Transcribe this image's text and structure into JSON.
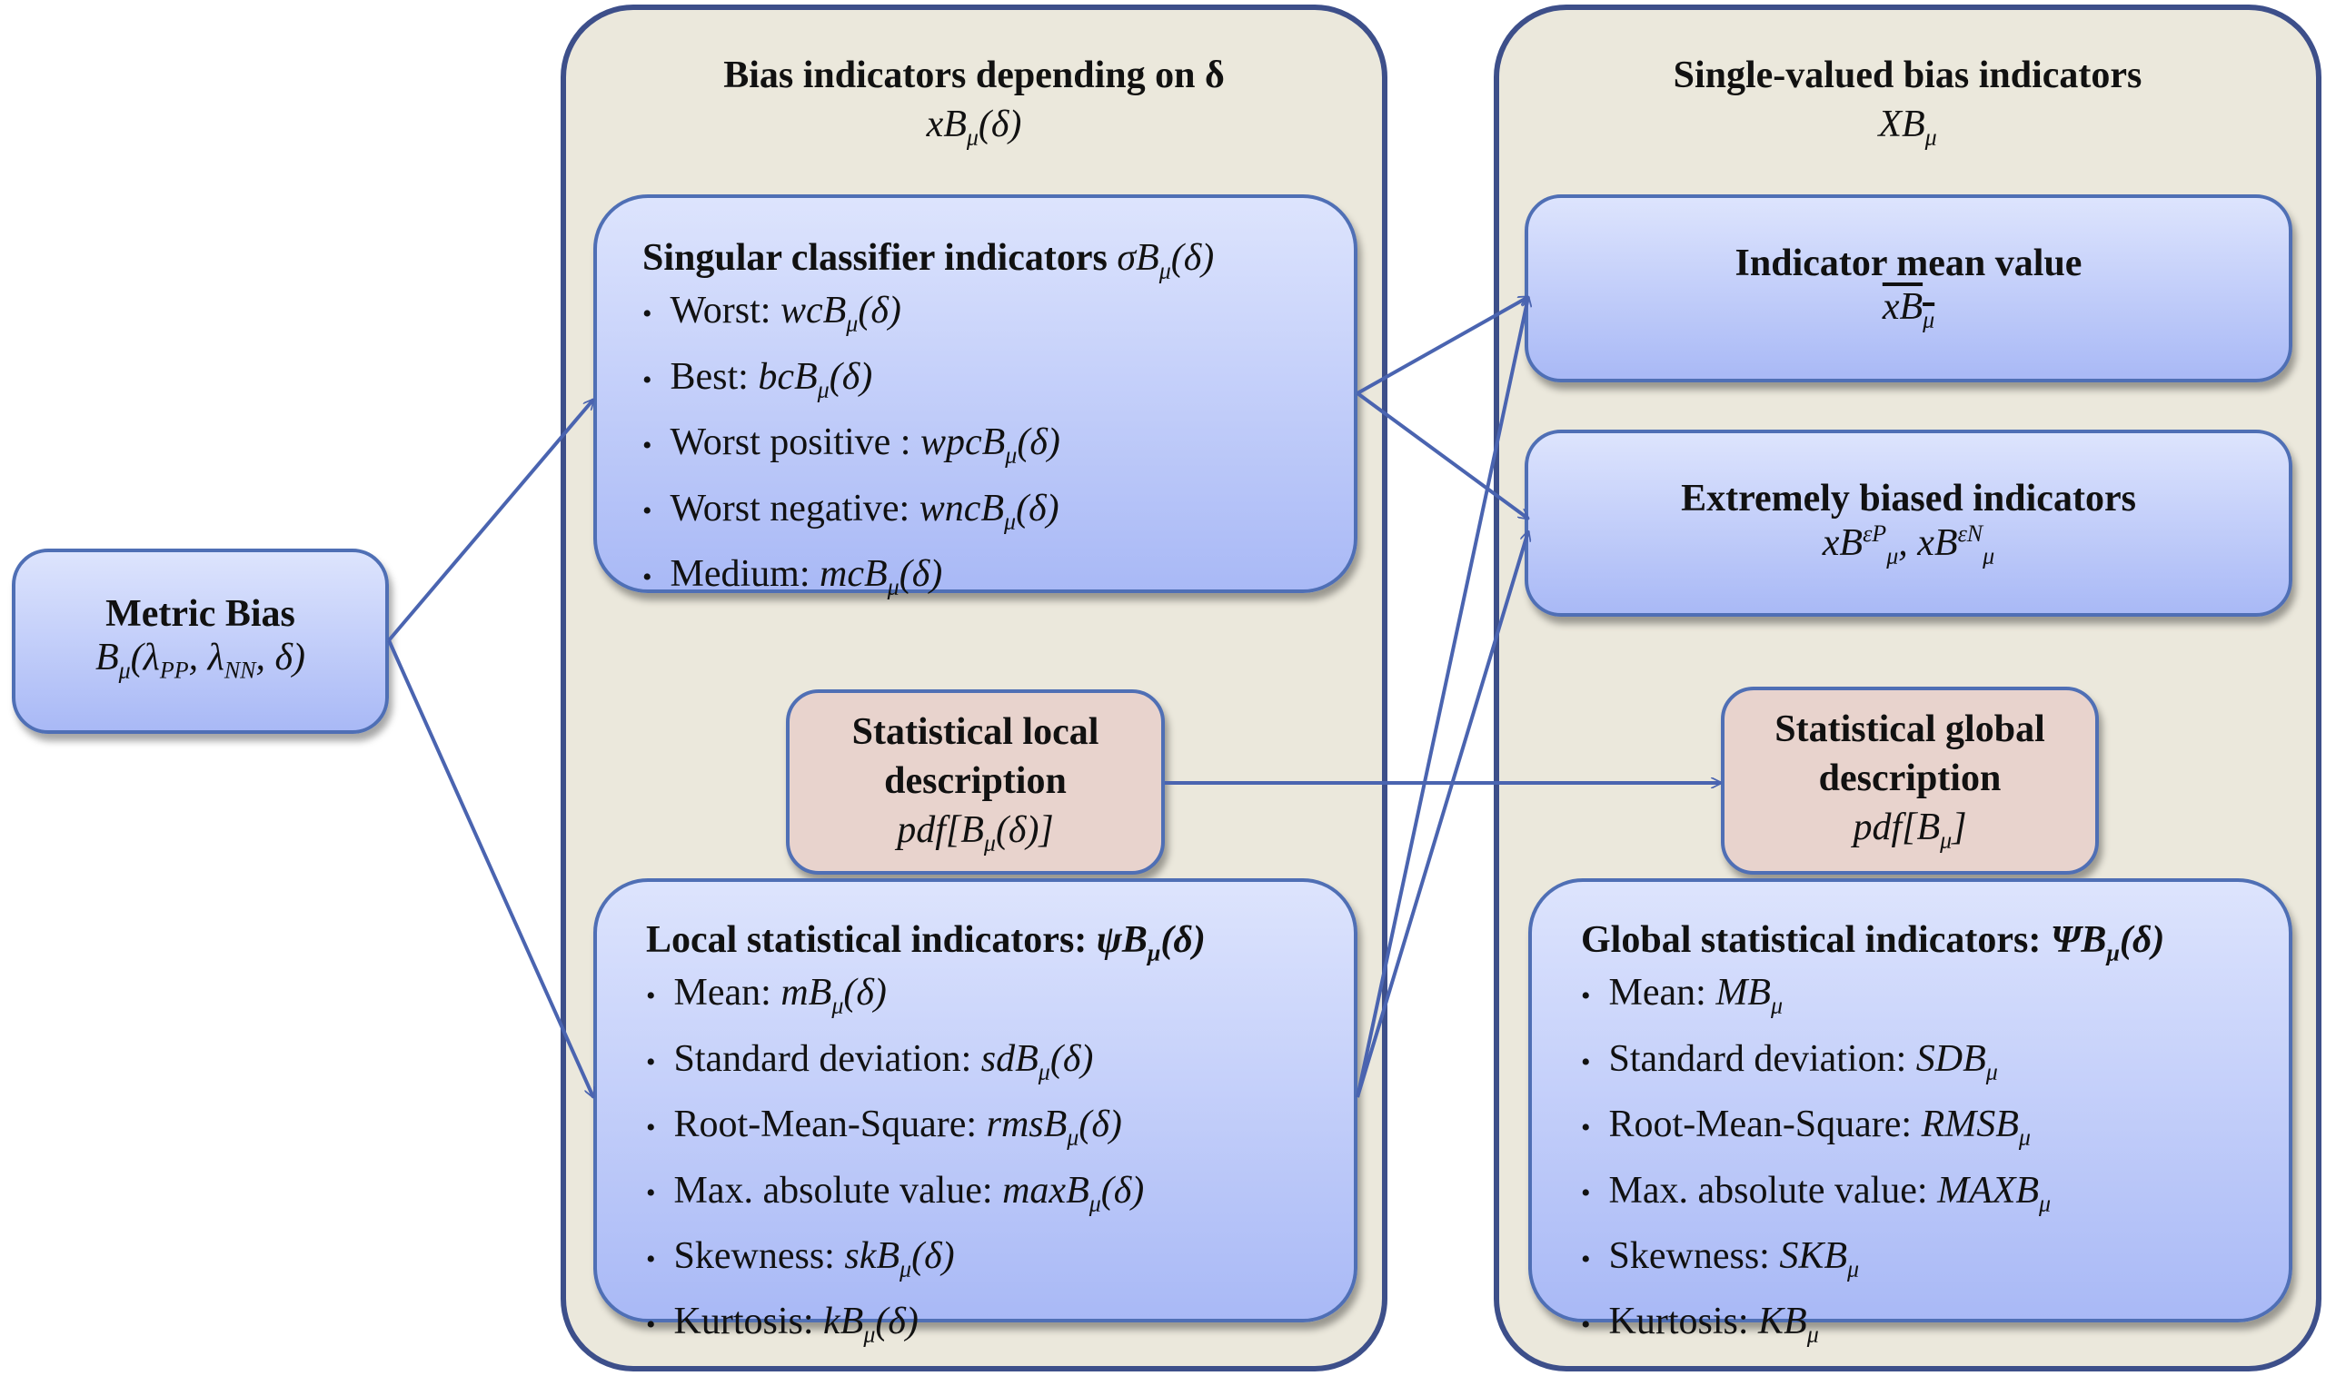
{
  "metric": {
    "title": "Metric Bias",
    "f": "B",
    "sub": "μ",
    "args": "(λ",
    "a1": "PP",
    "a2": ", λ",
    "a3": "NN",
    "a4": ", δ)"
  },
  "left": {
    "title": "Bias indicators depending on δ",
    "sub_pre": "xB",
    "sub_sub": "μ",
    "sub_post": "(δ)",
    "singular": {
      "title": "Singular classifier indicators",
      "f_pre": "σB",
      "f_sub": "μ",
      "f_post": "(δ)",
      "items": [
        {
          "label": "Worst:",
          "pre": "wcB",
          "sub": "μ",
          "post": "(δ)"
        },
        {
          "label": "Best:",
          "pre": "bcB",
          "sub": "μ",
          "post": "(δ)"
        },
        {
          "label": "Worst positive :",
          "pre": "wpcB",
          "sub": "μ",
          "post": "(δ)"
        },
        {
          "label": "Worst negative:",
          "pre": "wncB",
          "sub": "μ",
          "post": "(δ)"
        },
        {
          "label": "Medium:",
          "pre": "mcB",
          "sub": "μ",
          "post": "(δ)"
        }
      ]
    },
    "pdf": {
      "line1": "Statistical local",
      "line2": "description",
      "pre": "pdf[B",
      "sub": "μ",
      "post": "(δ)]"
    },
    "local": {
      "title": "Local statistical indicators:",
      "f_pre": "ψB",
      "f_sub": "μ",
      "f_post": "(δ)",
      "items": [
        {
          "label": "Mean:",
          "pre": "mB",
          "sub": "μ",
          "post": "(δ)"
        },
        {
          "label": "Standard deviation:",
          "pre": "sdB",
          "sub": "μ",
          "post": "(δ)"
        },
        {
          "label": "Root-Mean-Square:",
          "pre": "rmsB",
          "sub": "μ",
          "post": "(δ)"
        },
        {
          "label": "Max. absolute value:",
          "pre": "maxB",
          "sub": "μ",
          "post": "(δ)"
        },
        {
          "label": "Skewness:",
          "pre": "skB",
          "sub": "μ",
          "post": "(δ)"
        },
        {
          "label": "Kurtosis:",
          "pre": "kB",
          "sub": "μ",
          "post": "(δ)"
        }
      ]
    }
  },
  "right": {
    "title": "Single-valued bias indicators",
    "sub_pre": "XB",
    "sub_sub": "μ",
    "mean": {
      "title": "Indicator  mean value",
      "pre": "xB",
      "sub": "μ"
    },
    "extreme": {
      "title": "Extremely biased  indicators",
      "pre1": "xB",
      "sub1": "μ",
      "sup1": "εP",
      "sep": ", ",
      "pre2": "xB",
      "sub2": "μ",
      "sup2": "εN"
    },
    "pdf": {
      "line1": "Statistical global",
      "line2": "description",
      "pre": "pdf[B",
      "sub": "μ",
      "post": "]"
    },
    "global": {
      "title": "Global statistical indicators:",
      "f_pre": "ΨB",
      "f_sub": "μ",
      "f_post": "(δ)",
      "items": [
        {
          "label": "Mean:",
          "pre": "MB",
          "sub": "μ",
          "post": ""
        },
        {
          "label": "Standard deviation:",
          "pre": "SDB",
          "sub": "μ",
          "post": ""
        },
        {
          "label": "Root-Mean-Square:",
          "pre": "RMSB",
          "sub": "μ",
          "post": ""
        },
        {
          "label": "Max. absolute value:",
          "pre": "MAXB",
          "sub": "μ",
          "post": ""
        },
        {
          "label": "Skewness:",
          "pre": "SKB",
          "sub": "μ",
          "post": ""
        },
        {
          "label": "Kurtosis:",
          "pre": "KB",
          "sub": "μ",
          "post": ""
        }
      ]
    }
  },
  "colors": {
    "arrow": "#4a64b0",
    "container": "#ebe8dc",
    "pink": "#e8d3cd"
  }
}
